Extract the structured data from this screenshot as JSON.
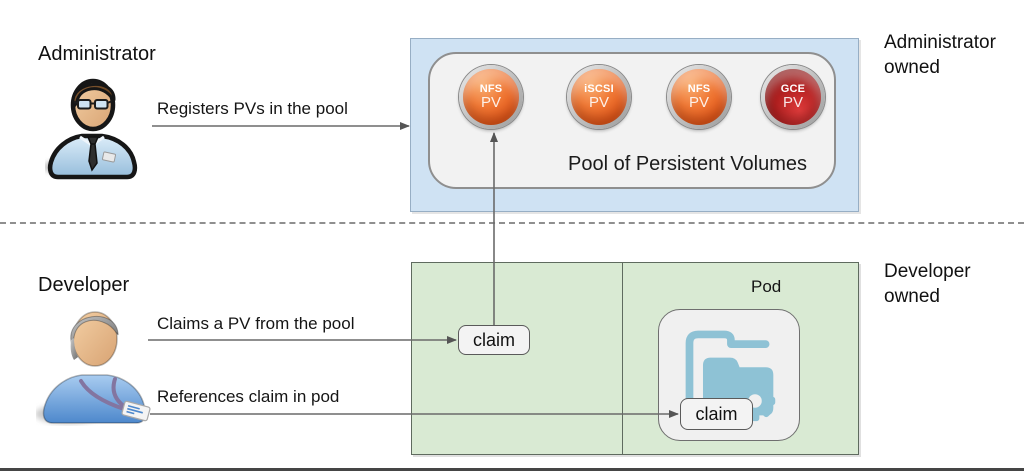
{
  "labels": {
    "administrator": "Administrator",
    "developer": "Developer",
    "admin_owned": "Administrator owned",
    "dev_owned": "Developer owned",
    "pod": "Pod"
  },
  "pool": {
    "title": "Pool of Persistent Volumes",
    "pvs": [
      {
        "type": "NFS",
        "kind": "PV",
        "variant": "orange"
      },
      {
        "type": "iSCSI",
        "kind": "PV",
        "variant": "orange"
      },
      {
        "type": "NFS",
        "kind": "PV",
        "variant": "orange"
      },
      {
        "type": "GCE",
        "kind": "PV",
        "variant": "red"
      }
    ]
  },
  "arrows": {
    "registers": {
      "label": "Registers PVs in the pool"
    },
    "claims": {
      "label": "Claims a PV from the pool"
    },
    "references": {
      "label": "References claim in pod"
    }
  },
  "claims": {
    "pool_claim": {
      "label": "claim"
    },
    "pod_claim": {
      "label": "claim"
    }
  },
  "colors": {
    "admin_region_fill": "#cfe2f3",
    "dev_region_fill": "#d9ead3",
    "pv_orange": "#e2571a",
    "pv_red": "#a31a1a",
    "pool_box_fill": "#f2f2f2",
    "folder_icon_blue": "#8ec2d5",
    "arrow_gray": "#666666"
  }
}
